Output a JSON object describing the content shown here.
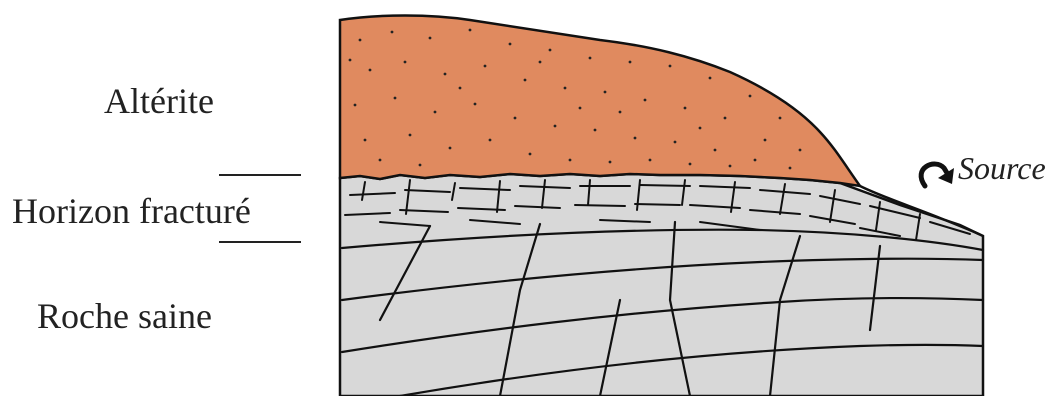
{
  "labels": {
    "alterite": "Altérite",
    "horizon_fracture": "Horizon fracturé",
    "roche_saine": "Roche saine",
    "source": "Source"
  },
  "colors": {
    "alterite_fill": "#e08a5f",
    "bedrock_fill": "#d8d8d8",
    "line": "#111111"
  }
}
